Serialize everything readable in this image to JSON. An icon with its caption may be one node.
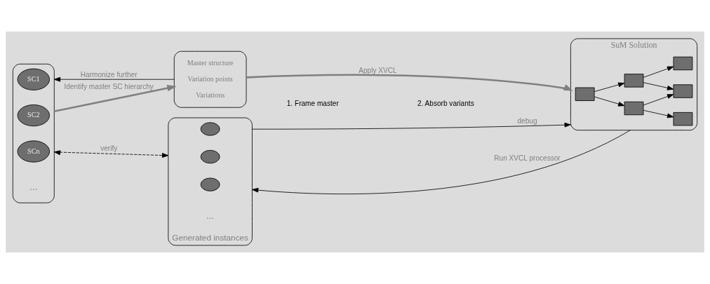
{
  "diagram": {
    "nodes": [
      {
        "text": [],
        "shape": "box"
      },
      {
        "text": [
          "SC1"
        ],
        "in": 0
      },
      {
        "text": [
          "SC2"
        ],
        "in": 0
      },
      {
        "text": [
          "SCn"
        ],
        "in": 0
      },
      {
        "text": [
          "Master structure",
          "Variation points",
          "Variations"
        ]
      },
      {
        "text": [
          "SuM Solution"
        ]
      },
      {
        "text": [],
        "shape": "box",
        "in": 5
      },
      {
        "text": [],
        "shape": "box",
        "in": 5
      },
      {
        "text": [],
        "shape": "box",
        "in": 5
      },
      {
        "text": [],
        "shape": "box",
        "in": 5
      },
      {
        "text": [],
        "shape": "box",
        "in": 5
      },
      {
        "text": [],
        "shape": "box",
        "in": 5
      },
      {
        "text": [],
        "shape": "box",
        "beside": [
          "Generated instances"
        ]
      },
      {
        "text": [],
        "shape": "ellipse",
        "in": 12
      },
      {
        "text": [],
        "shape": "ellipse",
        "in": 12
      },
      {
        "text": [],
        "shape": "ellipse",
        "in": 12
      }
    ],
    "edges": [
      {
        "from": 4,
        "to": 0,
        "arrow": "to",
        "label": "Harmonize further"
      },
      {
        "from": 0,
        "to": 4,
        "arrow": "to",
        "label": "Identify master SC hierarchy",
        "style": "thick",
        "color": "#808080"
      },
      {
        "from": 4,
        "to": 5,
        "arrow": "to",
        "label": "Apply XVCL",
        "style": "thick",
        "color": "#808080"
      },
      {
        "from": 6,
        "to": 7,
        "arrow": "to"
      },
      {
        "from": 6,
        "to": 8,
        "arrow": "to"
      },
      {
        "from": 7,
        "to": 9,
        "arrow": "to"
      },
      {
        "from": 7,
        "to": 10,
        "arrow": "to"
      },
      {
        "from": 8,
        "to": 10,
        "arrow": "to"
      },
      {
        "from": 8,
        "to": 11,
        "arrow": "to"
      },
      {
        "from": 12,
        "to": 5,
        "arrow": "to",
        "label": "debug"
      },
      {
        "from": 5,
        "to": 12,
        "arrow": "to",
        "label": "Run XVCL processor"
      },
      {
        "from": 12,
        "to": 0,
        "arrow": "both",
        "label": "verify",
        "style": "dashed"
      }
    ],
    "labels": [
      "...",
      "...",
      "1. Frame master",
      "2. Absorb variants"
    ]
  }
}
